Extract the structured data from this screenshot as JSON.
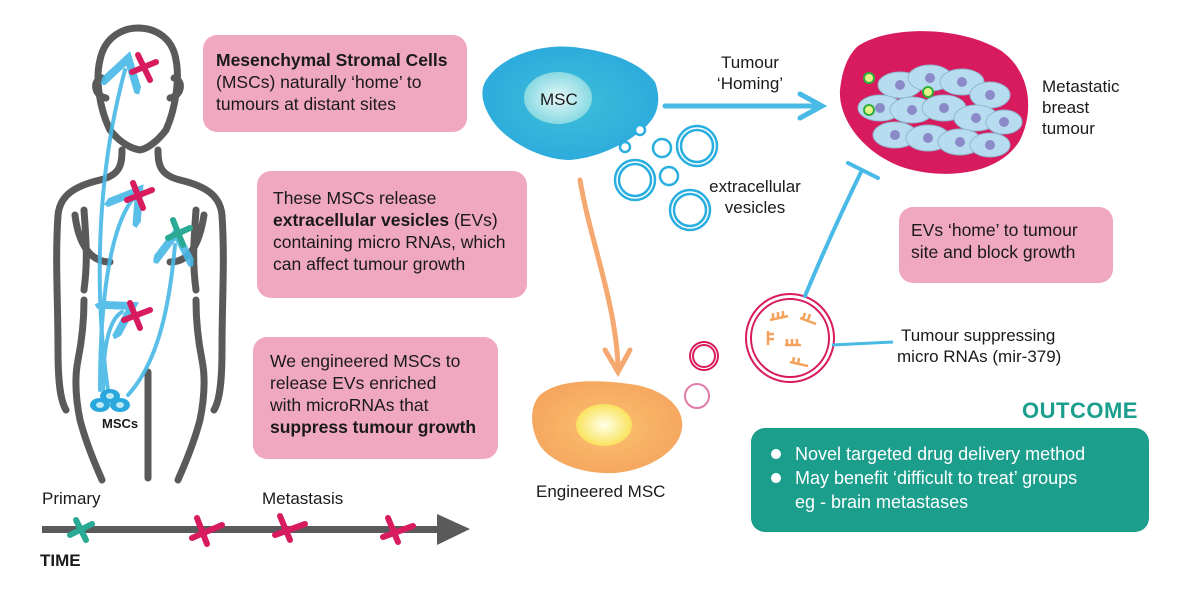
{
  "boxes": {
    "msc_intro": {
      "bold": "Mesenchymal Stromal Cells",
      "line2": "(MSCs) naturally ‘home’ to",
      "line3": "tumours at distant sites"
    },
    "ev_release": {
      "line1": "These MSCs release",
      "bold": "extracellular vesicles",
      "rest": " (EVs)",
      "line3": "containing micro RNAs, which",
      "line4": "can affect tumour growth"
    },
    "engineered": {
      "line1": "We engineered MSCs to",
      "line2": "release EVs enriched",
      "line3": "with microRNAs that",
      "bold": "suppress tumour growth"
    },
    "ev_home": {
      "line1": "EVs ‘home’ to tumour",
      "line2": "site and block growth"
    }
  },
  "labels": {
    "msc_cell": "MSC",
    "tumour_homing_1": "Tumour",
    "tumour_homing_2": "‘Homing’",
    "tumour_1": "Metastatic",
    "tumour_2": "breast",
    "tumour_3": "tumour",
    "ev_1": "extracellular",
    "ev_2": "vesicles",
    "suppress_1": "Tumour suppressing",
    "suppress_2": "micro RNAs (mir-379)",
    "engineered_msc": "Engineered MSC",
    "mscs_body": "MSCs"
  },
  "timeline": {
    "primary": "Primary",
    "metastasis": "Metastasis",
    "axis_label": "TIME"
  },
  "outcome": {
    "title": "OUTCOME",
    "items": [
      {
        "text": "Novel targeted drug delivery method"
      },
      {
        "text": "May benefit ‘difficult to treat’ groups",
        "cont": "eg - brain metastases"
      }
    ]
  },
  "colors": {
    "pink_box": "#f0a8c0",
    "teal": "#1b9e8c",
    "msc_blue": "#29aee0",
    "tumour_magenta": "#d81b5e",
    "engineered_orange": "#f7a55a",
    "body_outline": "#5a5a5a"
  }
}
